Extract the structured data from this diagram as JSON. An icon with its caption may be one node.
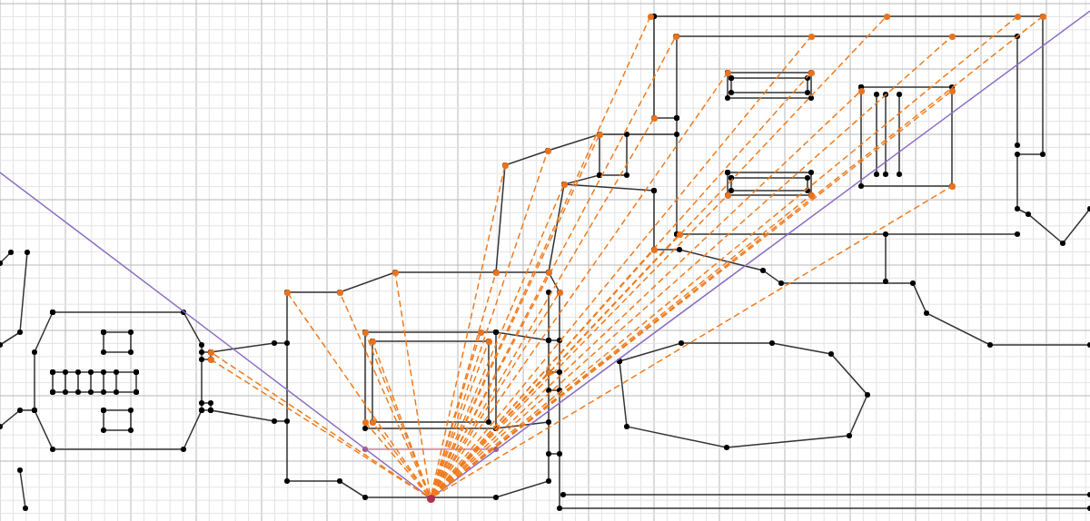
{
  "diagram": {
    "nodes": [
      {
        "text": [],
        "shape": "circle"
      },
      {
        "text": [],
        "shape": "circle"
      },
      {
        "text": [],
        "shape": "circle"
      },
      {
        "text": [],
        "shape": "circle"
      },
      {
        "text": [],
        "shape": "circle"
      },
      {
        "text": [],
        "shape": "circle"
      },
      {
        "text": [],
        "shape": "circle"
      },
      {
        "text": [],
        "shape": "circle"
      },
      {
        "text": [],
        "shape": "circle"
      },
      {
        "text": [],
        "shape": "circle"
      },
      {
        "text": [],
        "shape": "circle"
      },
      {
        "text": [],
        "shape": "circle"
      },
      {
        "text": [],
        "shape": "circle"
      },
      {
        "text": [],
        "shape": "circle"
      },
      {
        "text": [],
        "shape": "circle"
      },
      {
        "text": [],
        "shape": "circle"
      },
      {
        "text": [],
        "shape": "circle"
      },
      {
        "text": [],
        "shape": "circle"
      },
      {
        "text": [],
        "shape": "circle"
      },
      {
        "text": [],
        "shape": "circle"
      },
      {
        "text": [],
        "shape": "circle"
      },
      {
        "text": [],
        "shape": "circle"
      },
      {
        "text": [],
        "shape": "circle"
      },
      {
        "text": [],
        "shape": "circle"
      },
      {
        "text": [],
        "shape": "circle"
      },
      {
        "text": [],
        "shape": "circle"
      },
      {
        "text": [],
        "shape": "circle"
      },
      {
        "text": [],
        "shape": "circle"
      },
      {
        "text": [],
        "shape": "circle"
      },
      {
        "text": [],
        "shape": "circle"
      },
      {
        "text": [],
        "shape": "circle"
      },
      {
        "text": [],
        "shape": "circle"
      },
      {
        "text": [],
        "shape": "circle"
      },
      {
        "text": [],
        "shape": "circle"
      },
      {
        "text": [],
        "shape": "circle"
      },
      {
        "text": [],
        "shape": "circle"
      },
      {
        "text": [],
        "shape": "circle"
      }
    ],
    "edges": [
      {
        "from": 0,
        "to": 1,
        "arrow": "none",
        "style": "dashed"
      },
      {
        "from": 0,
        "to": 2,
        "arrow": "none",
        "style": "dashed"
      },
      {
        "from": 0,
        "to": 3,
        "arrow": "none",
        "style": "dashed"
      },
      {
        "from": 0,
        "to": 4,
        "arrow": "none",
        "style": "dashed"
      },
      {
        "from": 0,
        "to": 5,
        "arrow": "none",
        "style": "dashed"
      },
      {
        "from": 0,
        "to": 6,
        "arrow": "none",
        "style": "dashed"
      },
      {
        "from": 0,
        "to": 7,
        "arrow": "none",
        "style": "dashed"
      },
      {
        "from": 0,
        "to": 8,
        "arrow": "none",
        "style": "dashed"
      },
      {
        "from": 0,
        "to": 9,
        "arrow": "none",
        "style": "dashed"
      },
      {
        "from": 0,
        "to": 10,
        "arrow": "none",
        "style": "dashed"
      },
      {
        "from": 0,
        "to": 11,
        "arrow": "none",
        "style": "dashed"
      },
      {
        "from": 0,
        "to": 12,
        "arrow": "none",
        "style": "dashed"
      },
      {
        "from": 0,
        "to": 13,
        "arrow": "none",
        "style": "dashed"
      },
      {
        "from": 0,
        "to": 14,
        "arrow": "none",
        "style": "dashed"
      },
      {
        "from": 0,
        "to": 15,
        "arrow": "none",
        "style": "dashed"
      },
      {
        "from": 0,
        "to": 16,
        "arrow": "none",
        "style": "dashed"
      },
      {
        "from": 0,
        "to": 17,
        "arrow": "none",
        "style": "dashed"
      },
      {
        "from": 0,
        "to": 18,
        "arrow": "none",
        "style": "dashed"
      },
      {
        "from": 0,
        "to": 19,
        "arrow": "none",
        "style": "dashed"
      },
      {
        "from": 0,
        "to": 20,
        "arrow": "none",
        "style": "dashed"
      },
      {
        "from": 0,
        "to": 21,
        "arrow": "none",
        "style": "dashed"
      },
      {
        "from": 0,
        "to": 22,
        "arrow": "none",
        "style": "dashed"
      },
      {
        "from": 0,
        "to": 23,
        "arrow": "none",
        "style": "dashed"
      },
      {
        "from": 0,
        "to": 24,
        "arrow": "none",
        "style": "dashed"
      },
      {
        "from": 0,
        "to": 25,
        "arrow": "none",
        "style": "dashed"
      },
      {
        "from": 0,
        "to": 26,
        "arrow": "none",
        "style": "dashed"
      },
      {
        "from": 0,
        "to": 27,
        "arrow": "none",
        "style": "dashed"
      },
      {
        "from": 0,
        "to": 28,
        "arrow": "none",
        "style": "dashed"
      },
      {
        "from": 0,
        "to": 29,
        "arrow": "none",
        "style": "dashed"
      },
      {
        "from": 0,
        "to": 30,
        "arrow": "none",
        "style": "dashed"
      },
      {
        "from": 0,
        "to": 31,
        "arrow": "none",
        "style": "dashed"
      },
      {
        "from": 0,
        "to": 32,
        "arrow": "none",
        "style": "dashed"
      },
      {
        "from": 0,
        "to": 33,
        "arrow": "none",
        "style": "dashed"
      },
      {
        "from": 0,
        "to": 34,
        "arrow": "none",
        "style": "dashed"
      },
      {
        "from": 0,
        "to": 35,
        "arrow": "none",
        "style": "dashed"
      },
      {
        "from": 0,
        "to": 36,
        "arrow": "none",
        "style": "dashed"
      }
    ]
  }
}
